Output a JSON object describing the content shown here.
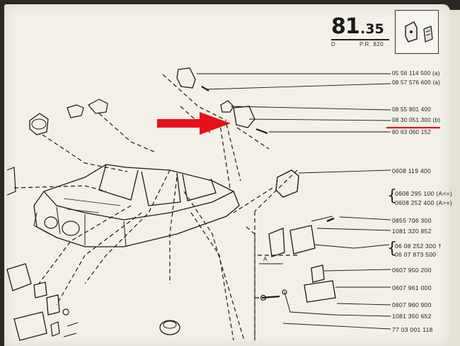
{
  "header": {
    "page_main": "81",
    "page_sub": ".35",
    "left_code": "D",
    "right_code": "P.R. 820"
  },
  "part_numbers": [
    {
      "text": "05 56 114 500 (a)"
    },
    {
      "text": "08 57 576 600 (a)"
    },
    {
      "text": "08 55 801 400"
    },
    {
      "text": "08 30 051 300 (b)"
    },
    {
      "text": "80 63 060 152"
    },
    {
      "text": "0608 119 400"
    },
    {
      "text": "0608 295 100 (A<=)"
    },
    {
      "text": "0608 252 400 (A>=)"
    },
    {
      "text": "0855 706 300"
    },
    {
      "text": "1081 320 852"
    },
    {
      "text": "06 08 252 300 †"
    },
    {
      "text": "06 07 873 500"
    },
    {
      "text": "0607 950 200"
    },
    {
      "text": "0607 961 000"
    },
    {
      "text": "0607 960 900"
    },
    {
      "text": "1081 350 652"
    },
    {
      "text": "77 03 001 118"
    }
  ],
  "diagram_labels": {
    "dimension_a": "A"
  },
  "colors": {
    "paper": "#f3f0e8",
    "ink": "#1a1a1a",
    "arrow": "#e8101a",
    "underline": "#e8101a"
  },
  "icons": [
    "arrow-pointer-icon",
    "hinge-icon"
  ]
}
